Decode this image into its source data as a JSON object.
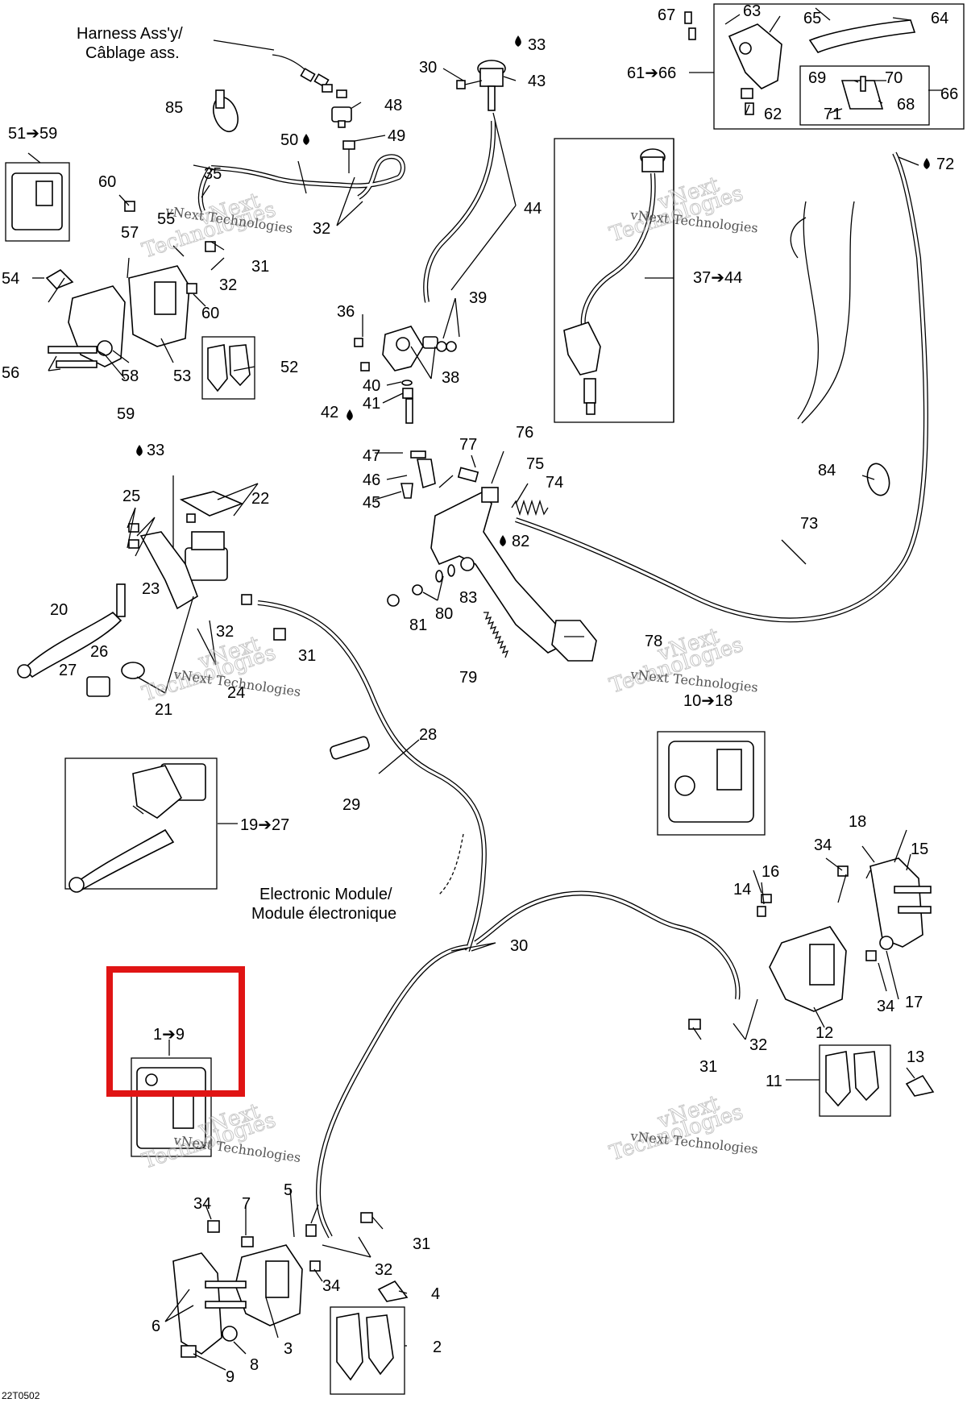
{
  "diagram": {
    "highlight_color": "#e01414",
    "doc_ref": "22T0502",
    "notes": {
      "harness": [
        "Harness Ass'y/",
        "Câblage ass."
      ],
      "module": [
        "Electronic Module/",
        "Module électronique"
      ]
    },
    "watermark": {
      "line1": "vNext",
      "line2": "Technologies",
      "small": "vNext Technologies"
    },
    "callouts": [
      {
        "id": "c1-9",
        "text": "1➔9"
      },
      {
        "id": "c2",
        "text": "2"
      },
      {
        "id": "c3",
        "text": "3"
      },
      {
        "id": "c4",
        "text": "4"
      },
      {
        "id": "c5",
        "text": "5"
      },
      {
        "id": "c6",
        "text": "6"
      },
      {
        "id": "c7",
        "text": "7"
      },
      {
        "id": "c8",
        "text": "8"
      },
      {
        "id": "c9",
        "text": "9"
      },
      {
        "id": "c10-18",
        "text": "10➔18"
      },
      {
        "id": "c11",
        "text": "11"
      },
      {
        "id": "c12",
        "text": "12"
      },
      {
        "id": "c13",
        "text": "13"
      },
      {
        "id": "c14",
        "text": "14"
      },
      {
        "id": "c15",
        "text": "15"
      },
      {
        "id": "c16",
        "text": "16"
      },
      {
        "id": "c17",
        "text": "17"
      },
      {
        "id": "c18",
        "text": "18"
      },
      {
        "id": "c19-27",
        "text": "19➔27"
      },
      {
        "id": "c20",
        "text": "20"
      },
      {
        "id": "c21",
        "text": "21"
      },
      {
        "id": "c22",
        "text": "22"
      },
      {
        "id": "c23",
        "text": "23"
      },
      {
        "id": "c24",
        "text": "24"
      },
      {
        "id": "c25",
        "text": "25"
      },
      {
        "id": "c26",
        "text": "26"
      },
      {
        "id": "c27",
        "text": "27"
      },
      {
        "id": "c28",
        "text": "28"
      },
      {
        "id": "c29",
        "text": "29"
      },
      {
        "id": "c30a",
        "text": "30"
      },
      {
        "id": "c30b",
        "text": "30"
      },
      {
        "id": "c31a",
        "text": "31"
      },
      {
        "id": "c31b",
        "text": "31"
      },
      {
        "id": "c31c",
        "text": "31"
      },
      {
        "id": "c31d",
        "text": "31"
      },
      {
        "id": "c32a",
        "text": "32"
      },
      {
        "id": "c32b",
        "text": "32"
      },
      {
        "id": "c32c",
        "text": "32"
      },
      {
        "id": "c32d",
        "text": "32"
      },
      {
        "id": "c32e",
        "text": "32"
      },
      {
        "id": "c33a",
        "text": "33"
      },
      {
        "id": "c33b",
        "text": "33"
      },
      {
        "id": "c34a",
        "text": "34"
      },
      {
        "id": "c34b",
        "text": "34"
      },
      {
        "id": "c34c",
        "text": "34"
      },
      {
        "id": "c34d",
        "text": "34"
      },
      {
        "id": "c35",
        "text": "35"
      },
      {
        "id": "c36",
        "text": "36"
      },
      {
        "id": "c37-44",
        "text": "37➔44"
      },
      {
        "id": "c38",
        "text": "38"
      },
      {
        "id": "c39",
        "text": "39"
      },
      {
        "id": "c40",
        "text": "40"
      },
      {
        "id": "c41",
        "text": "41"
      },
      {
        "id": "c42",
        "text": "42"
      },
      {
        "id": "c43",
        "text": "43"
      },
      {
        "id": "c44",
        "text": "44"
      },
      {
        "id": "c45",
        "text": "45"
      },
      {
        "id": "c46",
        "text": "46"
      },
      {
        "id": "c47",
        "text": "47"
      },
      {
        "id": "c48",
        "text": "48"
      },
      {
        "id": "c49",
        "text": "49"
      },
      {
        "id": "c50",
        "text": "50"
      },
      {
        "id": "c51-59",
        "text": "51➔59"
      },
      {
        "id": "c52",
        "text": "52"
      },
      {
        "id": "c53",
        "text": "53"
      },
      {
        "id": "c54",
        "text": "54"
      },
      {
        "id": "c55",
        "text": "55"
      },
      {
        "id": "c56",
        "text": "56"
      },
      {
        "id": "c57",
        "text": "57"
      },
      {
        "id": "c58",
        "text": "58"
      },
      {
        "id": "c59",
        "text": "59"
      },
      {
        "id": "c60a",
        "text": "60"
      },
      {
        "id": "c60b",
        "text": "60"
      },
      {
        "id": "c61-66",
        "text": "61➔66"
      },
      {
        "id": "c62",
        "text": "62"
      },
      {
        "id": "c63",
        "text": "63"
      },
      {
        "id": "c64",
        "text": "64"
      },
      {
        "id": "c65",
        "text": "65"
      },
      {
        "id": "c66",
        "text": "66"
      },
      {
        "id": "c67",
        "text": "67"
      },
      {
        "id": "c68",
        "text": "68"
      },
      {
        "id": "c69",
        "text": "69"
      },
      {
        "id": "c70",
        "text": "70"
      },
      {
        "id": "c71",
        "text": "71"
      },
      {
        "id": "c72",
        "text": "72"
      },
      {
        "id": "c73",
        "text": "73"
      },
      {
        "id": "c74",
        "text": "74"
      },
      {
        "id": "c75",
        "text": "75"
      },
      {
        "id": "c76",
        "text": "76"
      },
      {
        "id": "c77",
        "text": "77"
      },
      {
        "id": "c78",
        "text": "78"
      },
      {
        "id": "c79",
        "text": "79"
      },
      {
        "id": "c80",
        "text": "80"
      },
      {
        "id": "c81",
        "text": "81"
      },
      {
        "id": "c82",
        "text": "82"
      },
      {
        "id": "c83",
        "text": "83"
      },
      {
        "id": "c84",
        "text": "84"
      },
      {
        "id": "c85",
        "text": "85"
      }
    ]
  }
}
